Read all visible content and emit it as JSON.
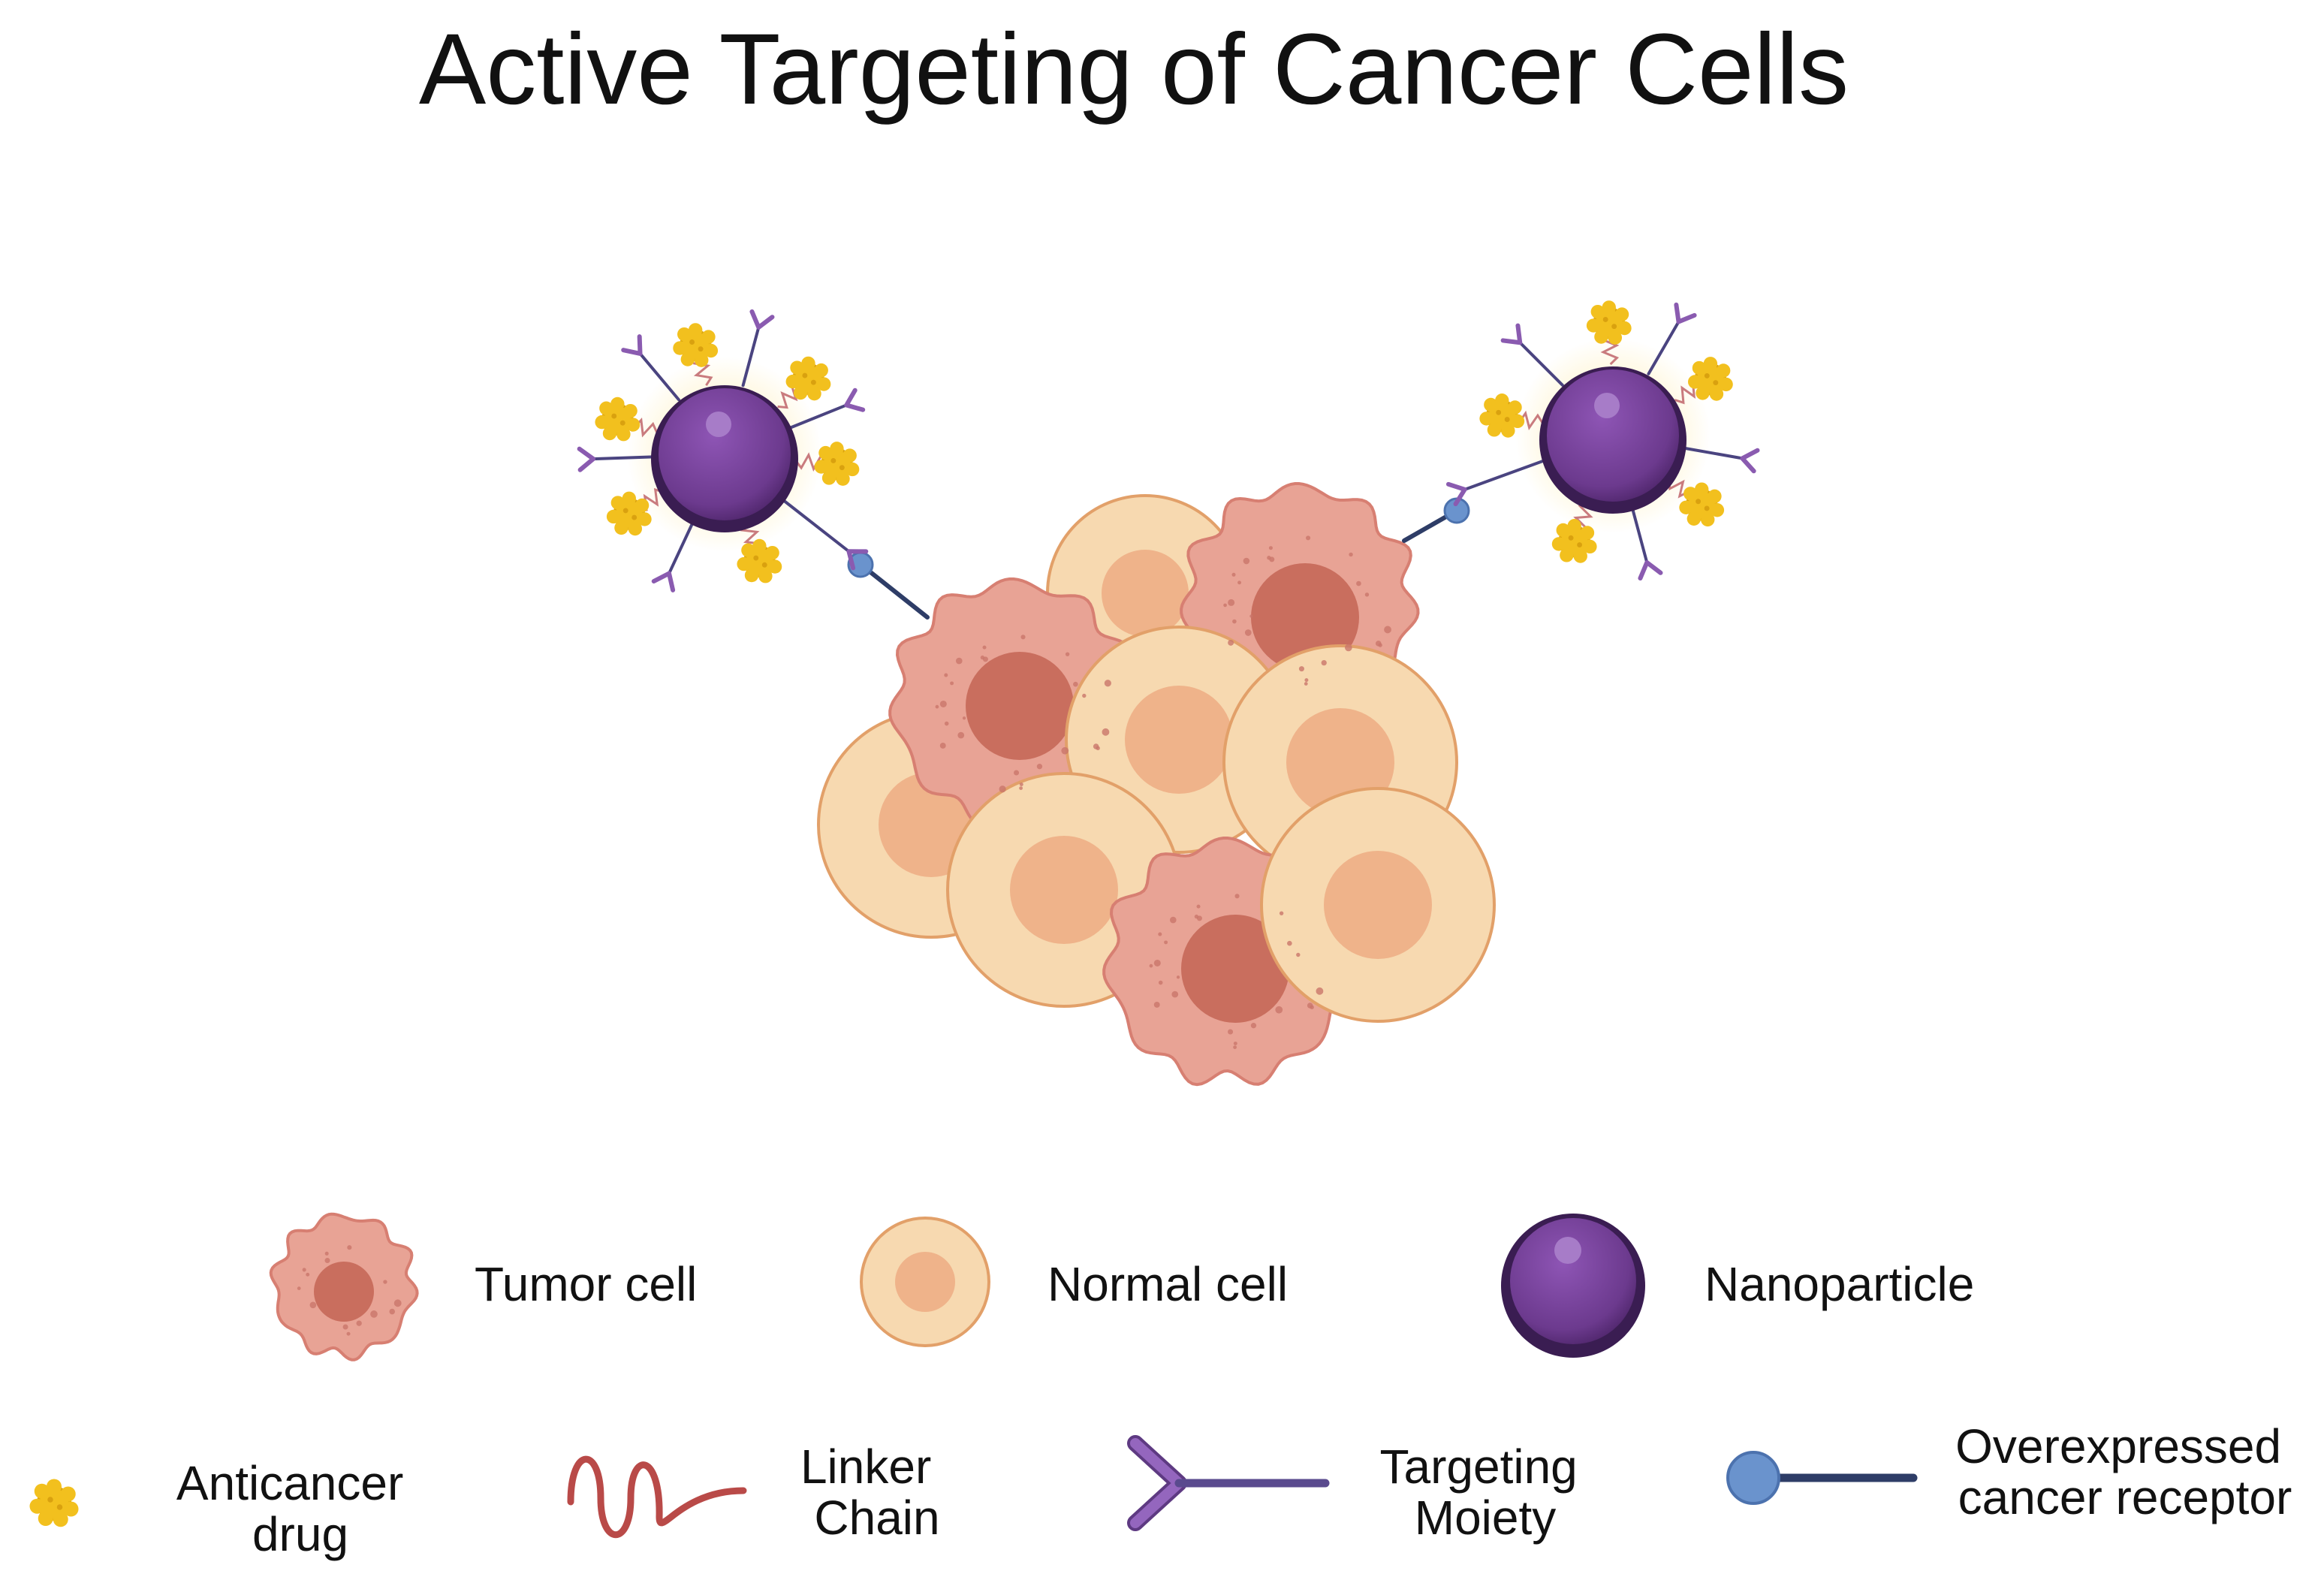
{
  "title": "Active Targeting of Cancer Cells",
  "colors": {
    "tumor_fill": "#E8A395",
    "tumor_outline": "#D77F72",
    "tumor_nucleus": "#C96E5E",
    "normal_fill": "#F7D9B0",
    "normal_outline": "#E2A069",
    "normal_nucleus": "#EFB38A",
    "nanoparticle": "#6C3A8E",
    "nanoparticle_dark": "#3A1D52",
    "drug": "#F2C01E",
    "linker": "#B94A48",
    "targeting_moiety": "#8A5BB0",
    "receptor_ball": "#6A93CD",
    "receptor_stem": "#2E3D67"
  },
  "legend": {
    "tumor_cell": "Tumor cell",
    "normal_cell": "Normal cell",
    "nanoparticle": "Nanoparticle",
    "anticancer_drug": [
      "Anticancer",
      "drug"
    ],
    "linker_chain": [
      "Linker",
      "Chain"
    ],
    "targeting_moiety": [
      "Targeting",
      "Moiety"
    ],
    "overexpressed_receptor": [
      "Overexpressed",
      "cancer receptor"
    ]
  }
}
